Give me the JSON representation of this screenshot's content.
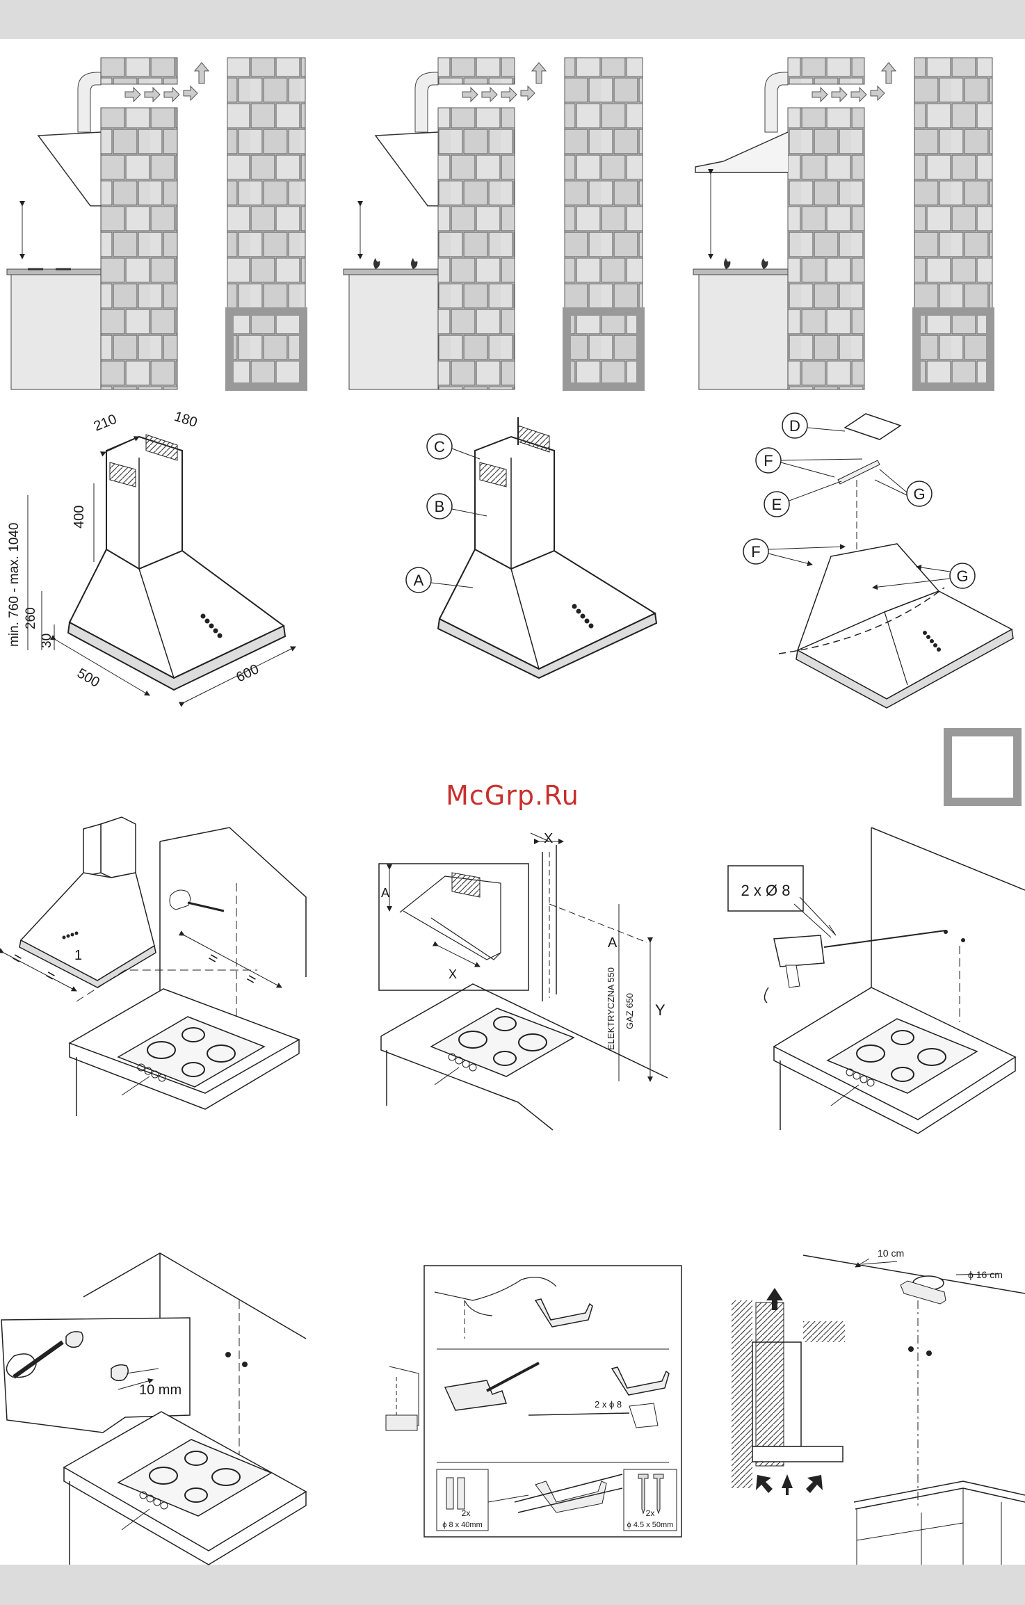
{
  "dimensions": {
    "chimney_width": "210",
    "chimney_depth": "180",
    "chimney_height": "400",
    "height_range": "min. 760 - max. 1040",
    "canopy_height": "260",
    "rim_height": "30",
    "hood_depth": "500",
    "hood_width": "600"
  },
  "parts": {
    "a": "A",
    "b": "B",
    "c": "C",
    "d": "D",
    "e": "E",
    "f": "F",
    "g": "G"
  },
  "marking": {
    "mark_one": "1",
    "equal": "=",
    "x": "X",
    "a": "A",
    "y": "Y",
    "electric": "ELEKTRYCZNA 550",
    "gas": "GAZ 650"
  },
  "drilling": {
    "holes": "2 x Ø 8",
    "small_holes": "2 x ϕ 8"
  },
  "screws": {
    "gap": "10 mm"
  },
  "bracket": {
    "plug_count": "2x",
    "plug_size": "ϕ 8 x 40mm",
    "screw_count": "2x",
    "screw_size": "ϕ 4.5 x 50mm"
  },
  "duct": {
    "clearance": "10 cm",
    "diameter": "ϕ 16 cm"
  },
  "watermark": "McGrp.Ru"
}
